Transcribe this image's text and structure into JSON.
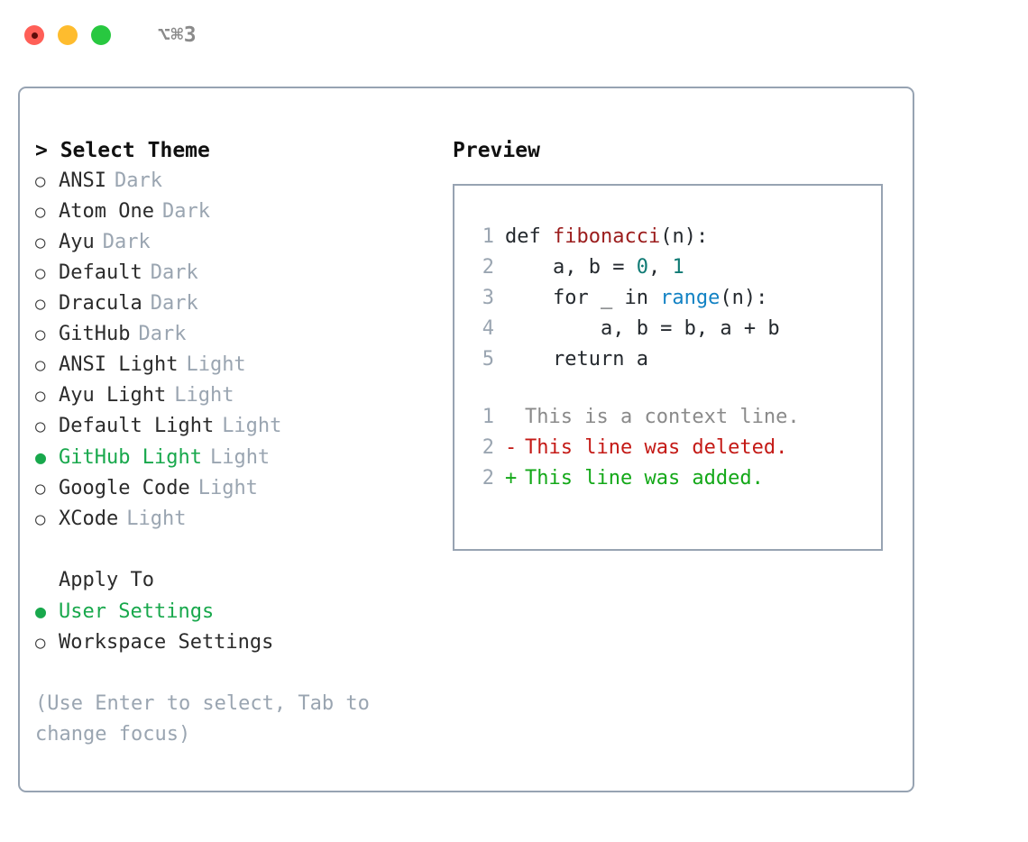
{
  "titlebar": {
    "shortcut": "⌥⌘3",
    "lights": [
      {
        "name": "close",
        "color": "#ff5f57"
      },
      {
        "name": "minimize",
        "color": "#febc2e"
      },
      {
        "name": "maximize",
        "color": "#28c840"
      }
    ]
  },
  "theme_picker": {
    "header": "> Select Theme",
    "selected_bullet": "●",
    "unselected_bullet": "○",
    "options": [
      {
        "label": "ANSI",
        "tag": "Dark",
        "selected": false
      },
      {
        "label": "Atom One",
        "tag": "Dark",
        "selected": false
      },
      {
        "label": "Ayu",
        "tag": "Dark",
        "selected": false
      },
      {
        "label": "Default",
        "tag": "Dark",
        "selected": false
      },
      {
        "label": "Dracula",
        "tag": "Dark",
        "selected": false
      },
      {
        "label": "GitHub",
        "tag": "Dark",
        "selected": false
      },
      {
        "label": "ANSI Light",
        "tag": "Light",
        "selected": false
      },
      {
        "label": "Ayu Light",
        "tag": "Light",
        "selected": false
      },
      {
        "label": "Default Light",
        "tag": "Light",
        "selected": false
      },
      {
        "label": "GitHub Light",
        "tag": "Light",
        "selected": true
      },
      {
        "label": "Google Code",
        "tag": "Light",
        "selected": false
      },
      {
        "label": "XCode",
        "tag": "Light",
        "selected": false
      }
    ]
  },
  "apply_to": {
    "header": "Apply To",
    "options": [
      {
        "label": "User Settings",
        "selected": true
      },
      {
        "label": "Workspace Settings",
        "selected": false
      }
    ]
  },
  "hint": "(Use Enter to select, Tab to change focus)",
  "preview": {
    "title": "Preview",
    "code_lines": [
      {
        "number": "1",
        "parts": [
          {
            "text": "def ",
            "kind": "plain"
          },
          {
            "text": "fibonacci",
            "kind": "fn"
          },
          {
            "text": "(n):",
            "kind": "plain"
          }
        ]
      },
      {
        "number": "2",
        "parts": [
          {
            "text": "    a, b = ",
            "kind": "plain"
          },
          {
            "text": "0",
            "kind": "num"
          },
          {
            "text": ", ",
            "kind": "plain"
          },
          {
            "text": "1",
            "kind": "num"
          }
        ]
      },
      {
        "number": "3",
        "parts": [
          {
            "text": "    for _ in ",
            "kind": "plain"
          },
          {
            "text": "range",
            "kind": "builtin"
          },
          {
            "text": "(n):",
            "kind": "plain"
          }
        ]
      },
      {
        "number": "4",
        "parts": [
          {
            "text": "        a, b = b, a + b",
            "kind": "plain"
          }
        ]
      },
      {
        "number": "5",
        "parts": [
          {
            "text": "    return a",
            "kind": "plain"
          }
        ]
      }
    ],
    "diff_lines": [
      {
        "number": "1",
        "marker": " ",
        "text": "This is a context line.",
        "kind": "context"
      },
      {
        "number": "2",
        "marker": "-",
        "text": "This line was deleted.",
        "kind": "deleted"
      },
      {
        "number": "2",
        "marker": "+",
        "text": "This line was added.",
        "kind": "added"
      }
    ]
  },
  "colors": {
    "accent_green": "#18a84c",
    "muted": "#9aa5b1",
    "border": "#97a3b2",
    "code_fn": "#9b1c1c",
    "code_num": "#0f7a74",
    "code_builtin": "#1282c4",
    "diff_deleted": "#c41a16",
    "diff_added": "#13a818"
  }
}
